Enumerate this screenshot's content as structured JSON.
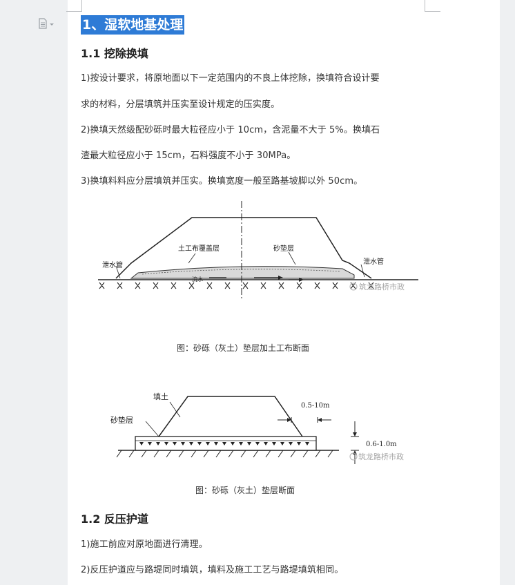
{
  "heading1": "1、湿软地基处理",
  "section1": {
    "title": "1.1  挖除换填",
    "paragraphs": [
      "1)按设计要求，将原地面以下一定范围内的不良上体挖除，换填符合设计要",
      "求的材料，分层填筑并压实至设计规定的压实度。",
      "2)换填天然级配砂砾时最大粒径应小于 10cm，含泥量不大于 5%。换填石",
      "渣最大粒径应小于 15cm，石料强度不小于 30MPa。",
      "3)换填料料应分层填筑并压实。换填宽度一般至路基坡脚以外 50cm。"
    ]
  },
  "figure1": {
    "labels": {
      "drain_left": "泄水管",
      "geotextile": "土工布覆盖层",
      "sand_layer": "砂垫层",
      "drain_right": "泄水管",
      "water": "流水"
    },
    "watermark": "筑龙路桥市政",
    "caption": "图：砂砾（灰土）垫层加土工布断面"
  },
  "figure2": {
    "labels": {
      "fill": "填土",
      "sand_layer": "砂垫层",
      "width": "0.5-10m",
      "thickness": "0.6-1.0m"
    },
    "watermark": "筑龙路桥市政",
    "caption": "图：砂砾（灰土）垫层断面"
  },
  "section2": {
    "title": "1.2  反压护道",
    "paragraphs": [
      "1)施工前应对原地面进行清理。",
      "2)反压护道应与路堤同时填筑，填料及施工工艺与路堤填筑相同。"
    ]
  }
}
